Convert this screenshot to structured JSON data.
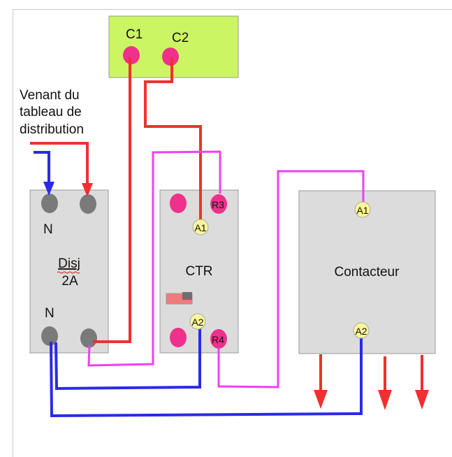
{
  "labels": {
    "source_line1": "Venant du",
    "source_line2": "tableau de",
    "source_line3": "distribution",
    "sensor_c1": "C1",
    "sensor_c2": "C2",
    "disj_n_top": "N",
    "disj_n_bottom": "N",
    "disj_name": "Disj",
    "disj_rating": "2A",
    "ctr_name": "CTR",
    "ctr_r3": "R3",
    "ctr_r4": "R4",
    "ctr_a1": "A1",
    "ctr_a2": "A2",
    "contactor_name": "Contacteur",
    "contactor_a1": "A1",
    "contactor_a2": "A2"
  },
  "colors": {
    "phase_wire": "#f03030",
    "neutral_wire": "#2a2ae8",
    "control_wire": "#f040f0",
    "sensor_box": "#ccf564",
    "module_box": "#dcdcdc",
    "terminal_grey": "#7a7a7a",
    "terminal_pink": "#f0308a",
    "coil_terminal": "#fbf59a",
    "switch_red": "#f27a7a"
  }
}
